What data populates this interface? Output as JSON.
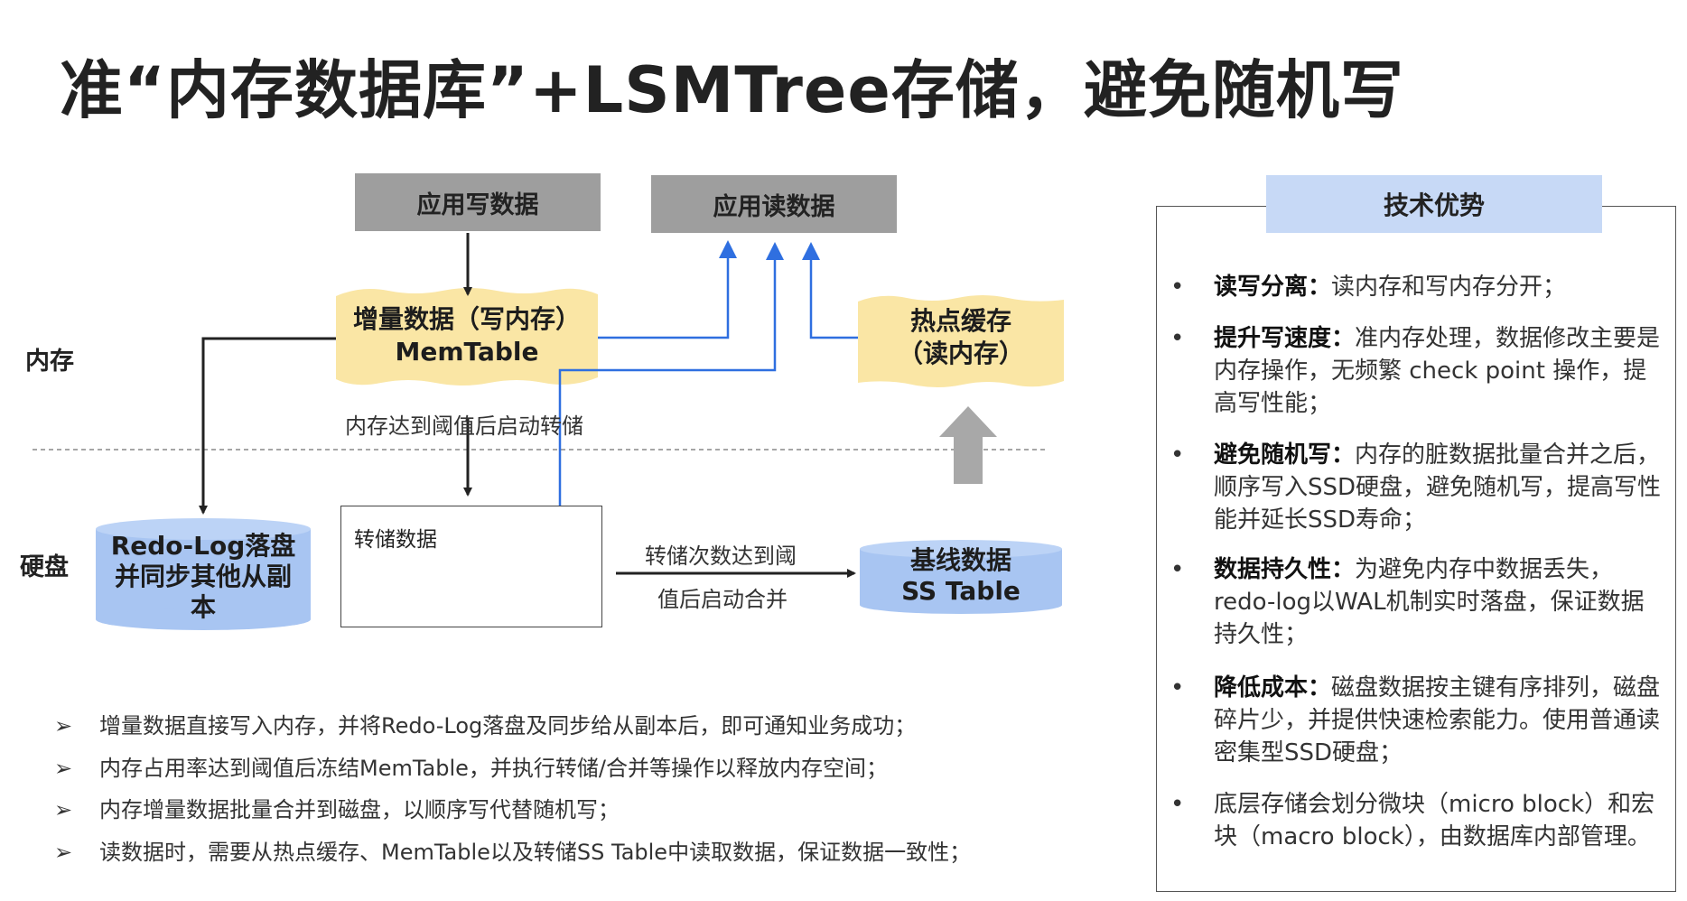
{
  "title": "准“内存数据库”+LSMTree存储，避免随机写",
  "diagram": {
    "app_write": "应用写数据",
    "app_read": "应用读数据",
    "memtable_line1": "增量数据（写内存）",
    "memtable_line2": "MemTable",
    "hotcache_line1": "热点缓存",
    "hotcache_line2": "（读内存）",
    "memory_label": "内存",
    "disk_label": "硬盘",
    "threshold_label": "内存达到阈值后启动转储",
    "redo_line1": "Redo-Log落盘",
    "redo_line2": "并同步其他从副",
    "redo_line3": "本",
    "dump_label": "转储数据",
    "merge_label_1": "转储次数达到阈",
    "merge_label_2": "值后启动合并",
    "baseline_line1": "基线数据",
    "baseline_line2": "SS Table"
  },
  "bullets": [
    "增量数据直接写入内存，并将Redo-Log落盘及同步给从副本后，即可通知业务成功；",
    "内存占用率达到阈值后冻结MemTable，并执行转储/合并等操作以释放内存空间；",
    "内存增量数据批量合并到磁盘，以顺序写代替随机写；",
    "读数据时，需要从热点缓存、MemTable以及转储SS Table中读取数据，保证数据一致性；"
  ],
  "bullet_marker": "➢",
  "advantages": {
    "header": "技术优势",
    "marker": "•",
    "items": [
      {
        "term": "读写分离",
        "sep": "：",
        "text": "读内存和写内存分开；"
      },
      {
        "term": "提升写速度",
        "sep": "：",
        "text": "准内存处理，数据修改主要是内存操作，无频繁 check point 操作，提高写性能；"
      },
      {
        "term": "避免随机写",
        "sep": "：",
        "text": "内存的脏数据批量合并之后，顺序写入SSD硬盘，避免随机写，提高写性能并延长SSD寿命；"
      },
      {
        "term": "数据持久性",
        "sep": "：",
        "text": "为避免内存中数据丢失，redo-log以WAL机制实时落盘，保证数据持久性；"
      },
      {
        "term": "降低成本",
        "sep": "：",
        "text": "磁盘数据按主键有序排列，磁盘碎片少，并提供快速检索能力。使用普通读密集型SSD硬盘；"
      },
      {
        "term": "",
        "sep": "",
        "text": "底层存储会划分微块（micro block）和宏块（macro block），由数据库内部管理。"
      }
    ]
  },
  "colors": {
    "gray_box": "#9e9e9e",
    "memory_yellow": "#fae6a5",
    "disk_blue": "#a8c5f2",
    "chevron_blue": "#1a5ee8",
    "read_line_blue": "#2f6fe0",
    "header_blue": "#c7d9f6",
    "up_arrow_gray": "#a8a8a8"
  }
}
